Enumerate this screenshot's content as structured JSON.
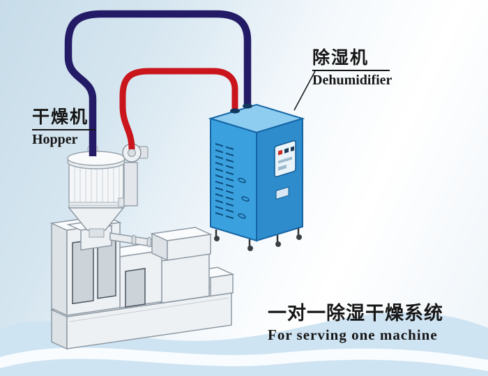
{
  "labels": {
    "dryer": {
      "cn": "干燥机",
      "en": "Hopper"
    },
    "dehumidifier": {
      "cn": "除湿机",
      "en": "Dehumidifier"
    },
    "system": {
      "cn": "一对一除湿干燥系统",
      "en": "For serving one machine"
    }
  },
  "colors": {
    "pipe_red": "#c9151b",
    "pipe_navy": "#241b66",
    "cabinet_front": "#3ba1de",
    "cabinet_side": "#2e8bcc",
    "cabinet_top": "#8ecdf0",
    "cabinet_edge": "#1565a5",
    "background_band": "#cfe4f3",
    "text": "#161616"
  }
}
